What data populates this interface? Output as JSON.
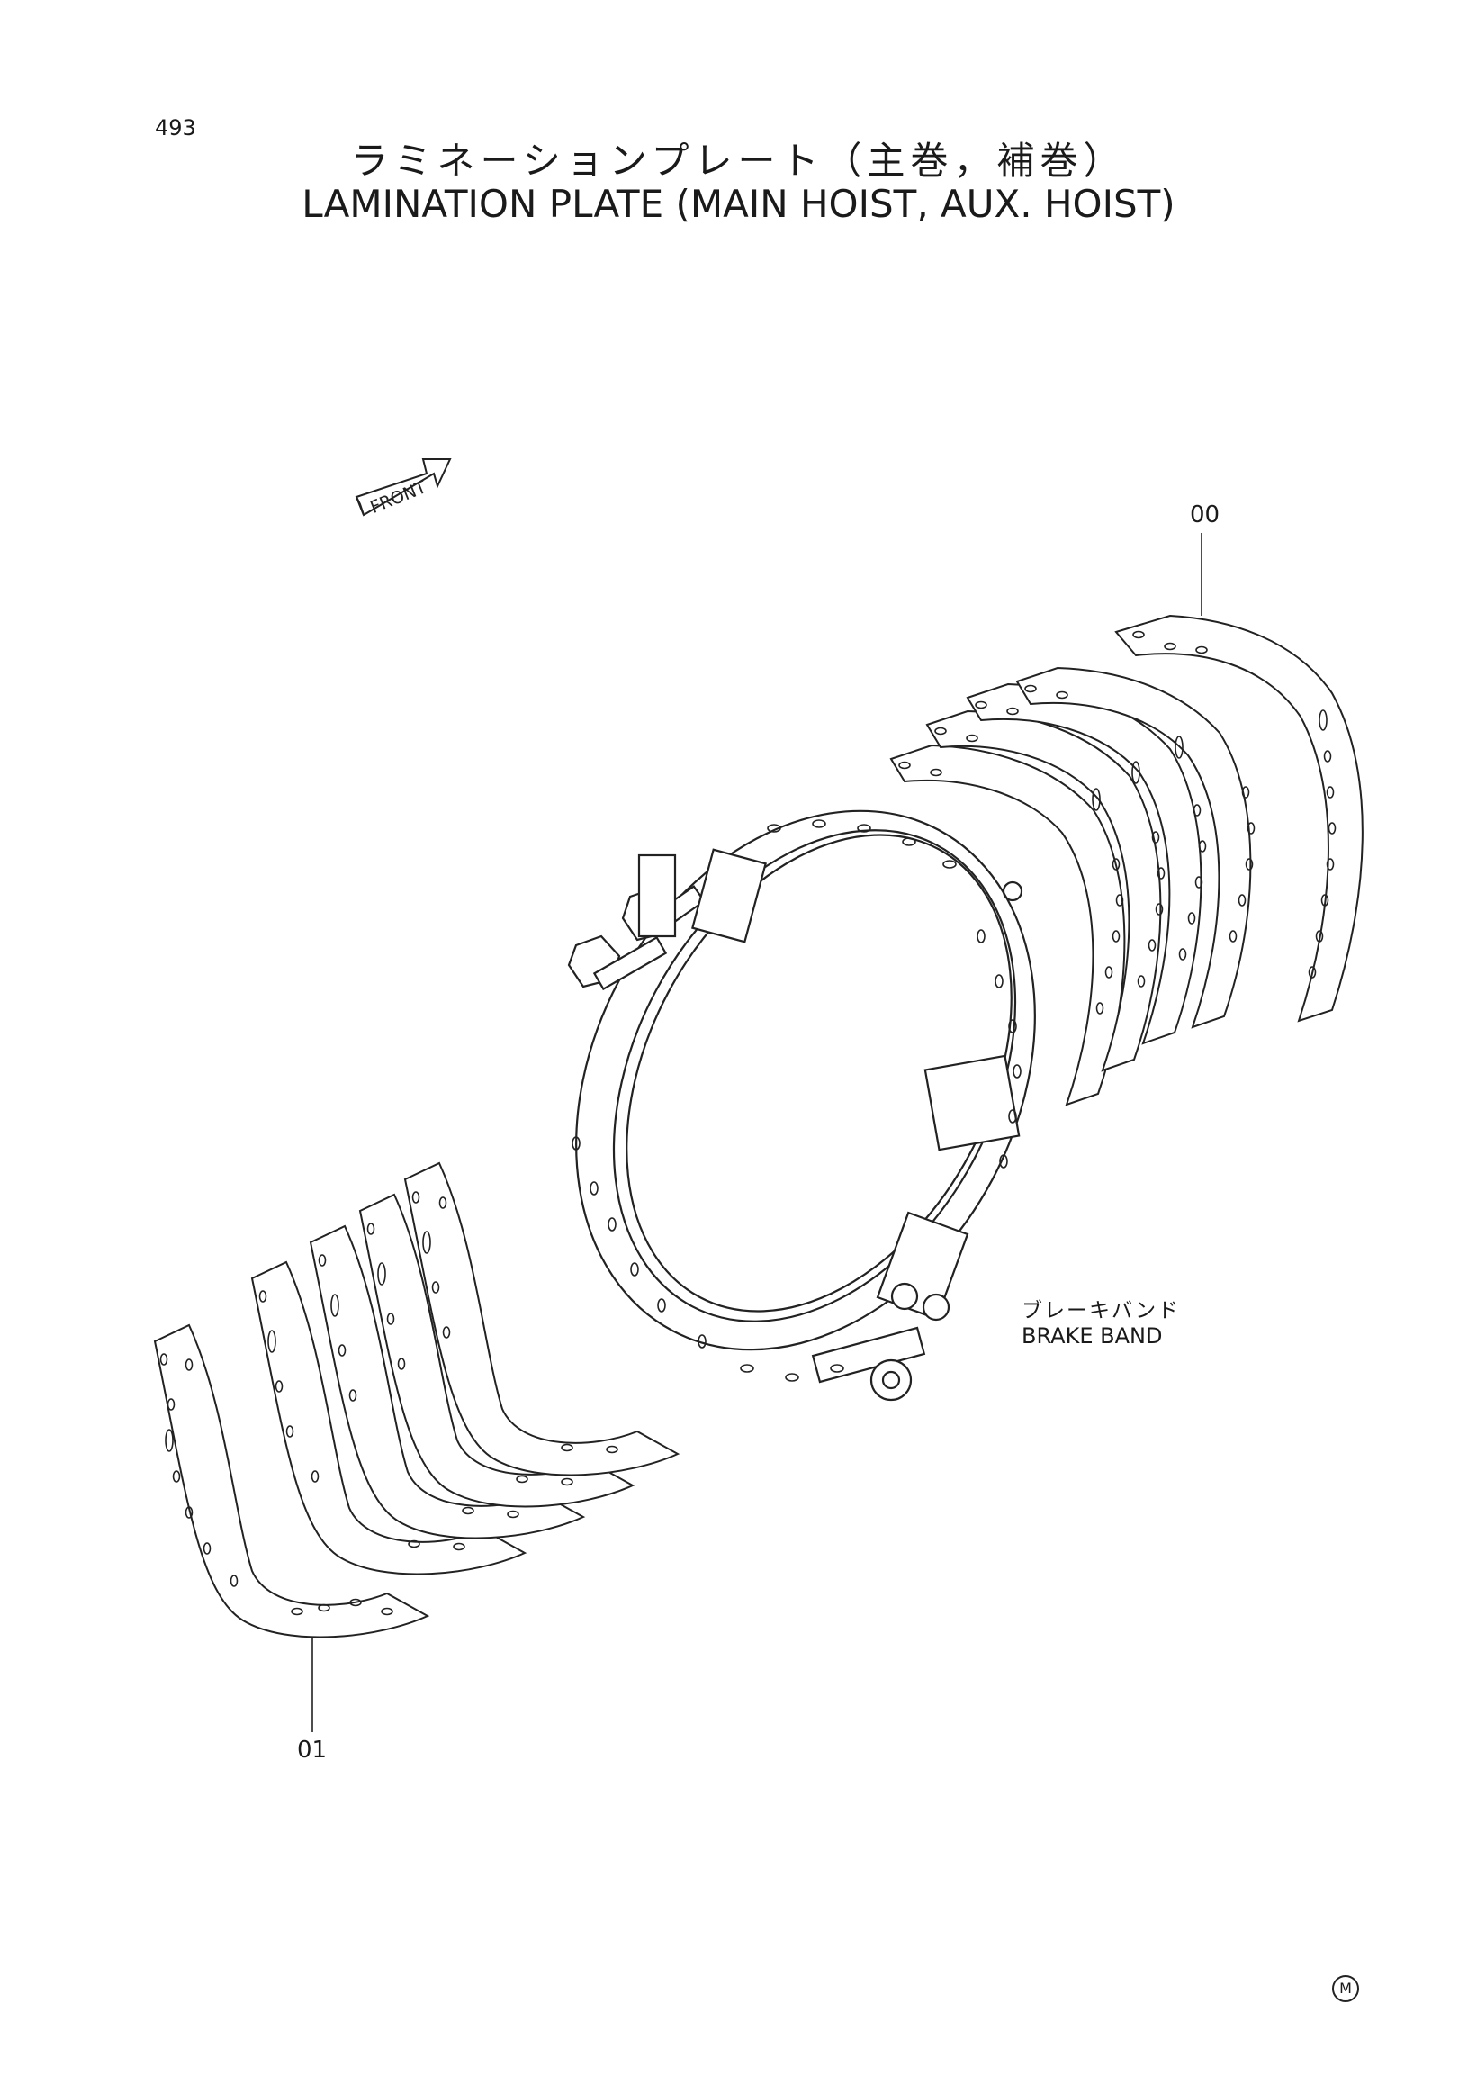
{
  "page_number": "493",
  "title_jp": "ラミネーションプレート（主巻，補巻）",
  "title_en": "LAMINATION PLATE (MAIN HOIST, AUX. HOIST)",
  "front_arrow": {
    "label": "FRONT"
  },
  "callouts": {
    "upper_plates": "00",
    "lower_plates": "01"
  },
  "brake_band": {
    "label_jp": "ブレーキバンド",
    "label_en": "BRAKE BAND"
  },
  "corner_mark": "M"
}
